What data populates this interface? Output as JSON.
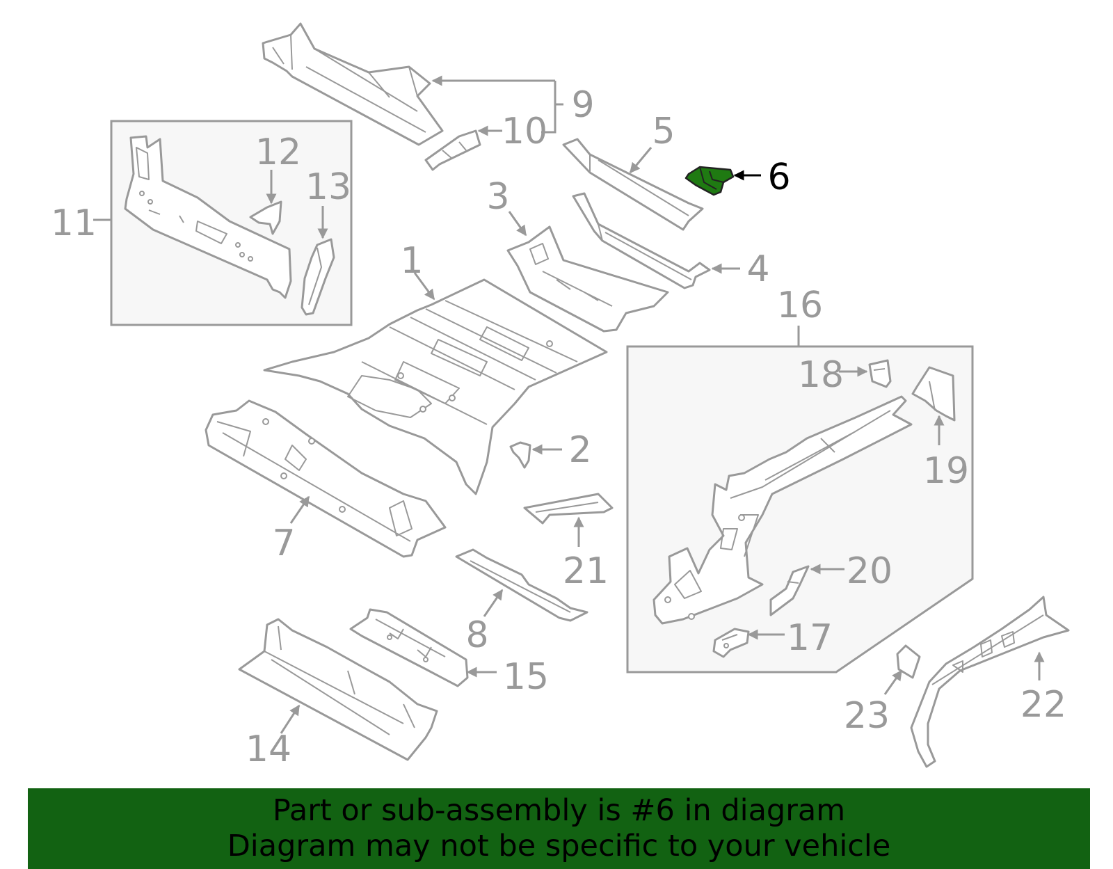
{
  "callouts": {
    "p1": "1",
    "p2": "2",
    "p3": "3",
    "p4": "4",
    "p5": "5",
    "p6": "6",
    "p7": "7",
    "p8": "8",
    "p9": "9",
    "p10": "10",
    "p11": "11",
    "p12": "12",
    "p13": "13",
    "p14": "14",
    "p15": "15",
    "p16": "16",
    "p17": "17",
    "p18": "18",
    "p19": "19",
    "p20": "20",
    "p21": "21",
    "p22": "22",
    "p23": "23"
  },
  "highlighted_part": "6",
  "colors": {
    "highlight": "#1f7a12",
    "banner": "#126212",
    "line": "#999999"
  },
  "banner": {
    "line1": "Part or sub-assembly is #6 in diagram",
    "line2": "Diagram may not be specific to your vehicle"
  }
}
